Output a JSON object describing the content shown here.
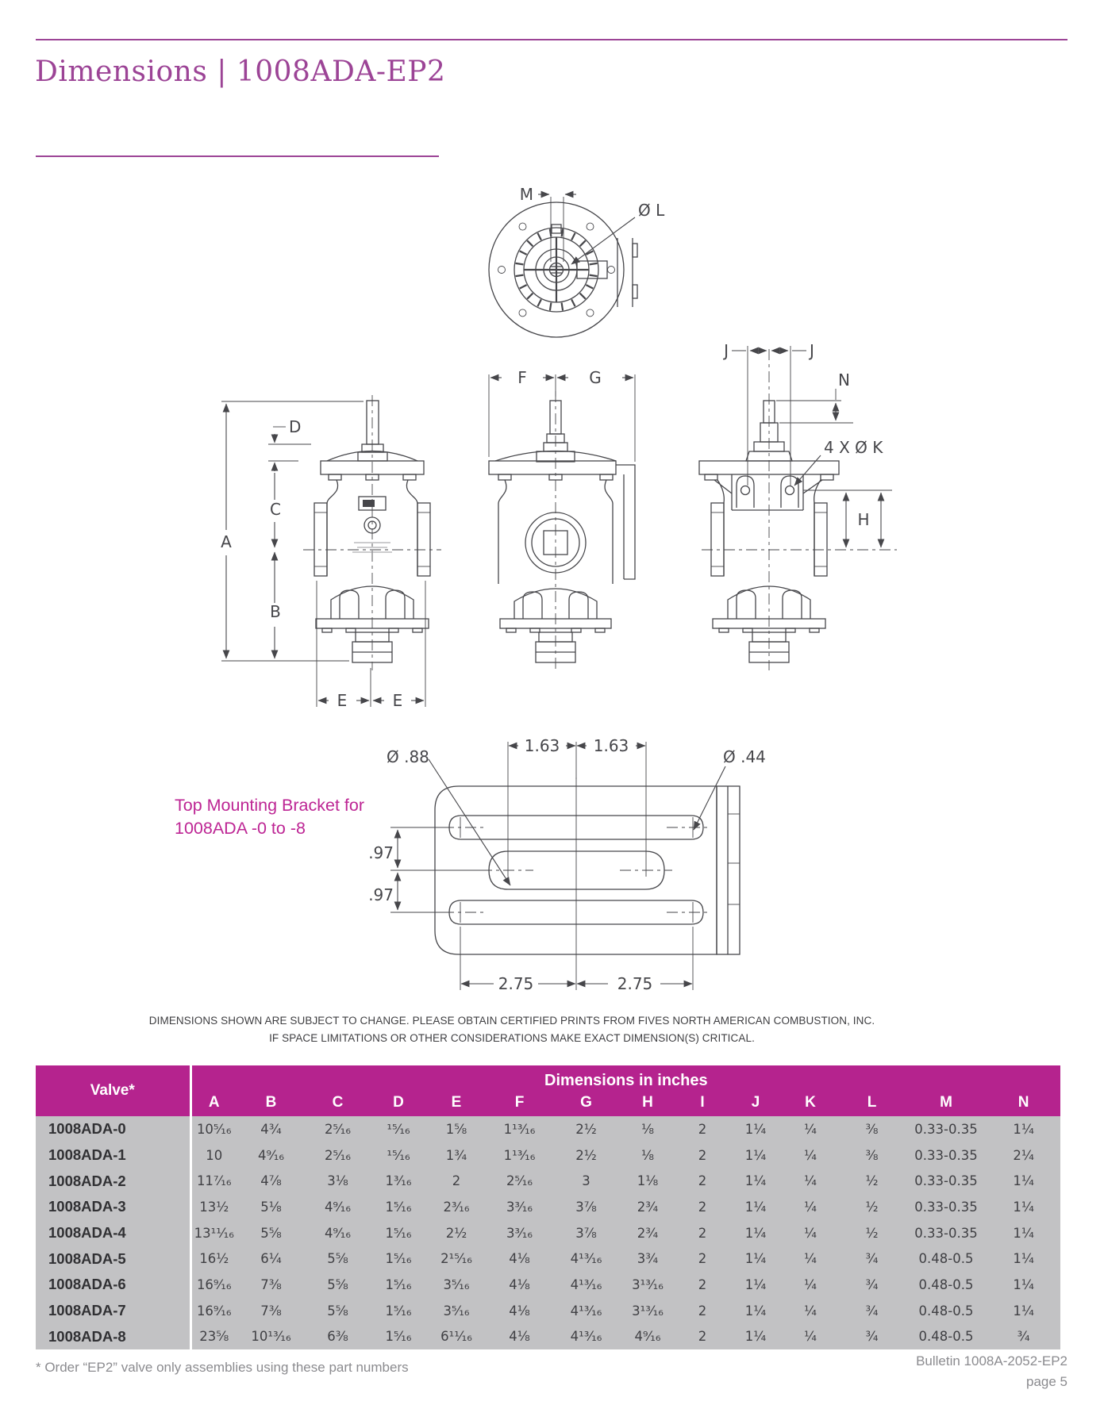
{
  "page": {
    "title": "Dimensions | 1008ADA-EP2",
    "note_line1": "DIMENSIONS SHOWN ARE SUBJECT TO CHANGE. PLEASE OBTAIN CERTIFIED PRINTS FROM FIVES NORTH AMERICAN COMBUSTION, INC.",
    "note_line2": "IF SPACE LIMITATIONS OR OTHER CONSIDERATIONS MAKE EXACT DIMENSION(S) CRITICAL."
  },
  "drawing": {
    "caption_line1": "Top Mounting Bracket for",
    "caption_line2": "1008ADA -0 to -8",
    "labels": {
      "m": "M",
      "dia_l": "Ø L",
      "f": "F",
      "g": "G",
      "j": "J",
      "n": "N",
      "four_k": "4 X Ø K",
      "h": "H",
      "a": "A",
      "b": "B",
      "c": "C",
      "d": "D",
      "e": "E",
      "dia88": "Ø .88",
      "dia44": "Ø .44",
      "d163": "1.63",
      "d97": ".97",
      "d275": "2.75"
    }
  },
  "table": {
    "corner_label": "Valve*",
    "group_header": "Dimensions in inches",
    "columns": [
      "A",
      "B",
      "C",
      "D",
      "E",
      "F",
      "G",
      "H",
      "I",
      "J",
      "K",
      "L",
      "M",
      "N"
    ],
    "rows": [
      {
        "valve": "1008ADA-0",
        "values": [
          "10⁵⁄₁₆",
          "4¾",
          "2⁵⁄₁₆",
          "¹⁵⁄₁₆",
          "1⅝",
          "1¹³⁄₁₆",
          "2½",
          "⅛",
          "2",
          "1¼",
          "¼",
          "⅜",
          "0.33-0.35",
          "1¼"
        ]
      },
      {
        "valve": "1008ADA-1",
        "values": [
          "10",
          "4⁹⁄₁₆",
          "2⁵⁄₁₆",
          "¹⁵⁄₁₆",
          "1¾",
          "1¹³⁄₁₆",
          "2½",
          "⅛",
          "2",
          "1¼",
          "¼",
          "⅜",
          "0.33-0.35",
          "2¼"
        ]
      },
      {
        "valve": "1008ADA-2",
        "values": [
          "11⁷⁄₁₆",
          "4⅞",
          "3⅛",
          "1³⁄₁₆",
          "2",
          "2⁵⁄₁₆",
          "3",
          "1⅛",
          "2",
          "1¼",
          "¼",
          "½",
          "0.33-0.35",
          "1¼"
        ]
      },
      {
        "valve": "1008ADA-3",
        "values": [
          "13½",
          "5⅛",
          "4⁹⁄₁₆",
          "1⁵⁄₁₆",
          "2³⁄₁₆",
          "3³⁄₁₆",
          "3⅞",
          "2¾",
          "2",
          "1¼",
          "¼",
          "½",
          "0.33-0.35",
          "1¼"
        ]
      },
      {
        "valve": "1008ADA-4",
        "values": [
          "13¹¹⁄₁₆",
          "5⅝",
          "4⁹⁄₁₆",
          "1⁵⁄₁₆",
          "2½",
          "3³⁄₁₆",
          "3⅞",
          "2¾",
          "2",
          "1¼",
          "¼",
          "½",
          "0.33-0.35",
          "1¼"
        ]
      },
      {
        "valve": "1008ADA-5",
        "values": [
          "16½",
          "6¼",
          "5⅝",
          "1⁵⁄₁₆",
          "2¹⁵⁄₁₆",
          "4⅛",
          "4¹³⁄₁₆",
          "3¾",
          "2",
          "1¼",
          "¼",
          "¾",
          "0.48-0.5",
          "1¼"
        ]
      },
      {
        "valve": "1008ADA-6",
        "values": [
          "16⁹⁄₁₆",
          "7⅜",
          "5⅝",
          "1⁵⁄₁₆",
          "3⁵⁄₁₆",
          "4⅛",
          "4¹³⁄₁₆",
          "3¹³⁄₁₆",
          "2",
          "1¼",
          "¼",
          "¾",
          "0.48-0.5",
          "1¼"
        ]
      },
      {
        "valve": "1008ADA-7",
        "values": [
          "16⁹⁄₁₆",
          "7⅜",
          "5⅝",
          "1⁵⁄₁₆",
          "3⁵⁄₁₆",
          "4⅛",
          "4¹³⁄₁₆",
          "3¹³⁄₁₆",
          "2",
          "1¼",
          "¼",
          "¾",
          "0.48-0.5",
          "1¼"
        ]
      },
      {
        "valve": "1008ADA-8",
        "values": [
          "23⅝",
          "10¹³⁄₁₆",
          "6⅜",
          "1⁵⁄₁₆",
          "6¹¹⁄₁₆",
          "4⅛",
          "4¹³⁄₁₆",
          "4⁹⁄₁₆",
          "2",
          "1¼",
          "¼",
          "¾",
          "0.48-0.5",
          "¾"
        ]
      }
    ]
  },
  "footer": {
    "footnote": "* Order “EP2” valve only assemblies using these part numbers",
    "bulletin": "Bulletin 1008A-2052-EP2",
    "page_number": "page 5"
  }
}
